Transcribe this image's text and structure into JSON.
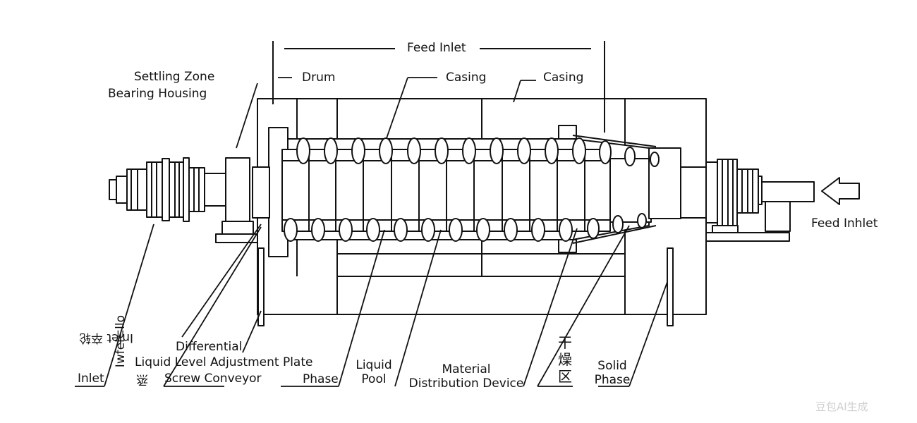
{
  "labels": {
    "feed_inlet_top": "Feed Inlet",
    "drum": "Drum",
    "casing_1": "Casing",
    "casing_2": "Casing",
    "settling_zone": "Settling Zone",
    "bearing_housing": "Bearing Housing",
    "feed_inlet_right": "Feed Inhlet",
    "inlet": "Inlet",
    "inlet_mirrored": "Inlet 卒轮",
    "mirrored_vertical": "Iwfel⊂llo",
    "differential": "Differential",
    "liquid_level_adjustment_plate": "Liquid Level Adjustment Plate",
    "lian": "烝",
    "screw_conveyor": "Screw Conveyor",
    "phase": "Phase",
    "liquid_pool_1": "Liquid",
    "liquid_pool_2": "Pool",
    "material_distribution_1": "Material",
    "material_distribution_2": "Distribution Device",
    "drying_zone": "干燥区",
    "solid_phase_1": "Solid",
    "solid_phase_2": "Phase",
    "watermark": "豆包AI生成"
  },
  "colors": {
    "line": "#111111",
    "background": "#ffffff",
    "watermark": "#cfcfcf"
  }
}
